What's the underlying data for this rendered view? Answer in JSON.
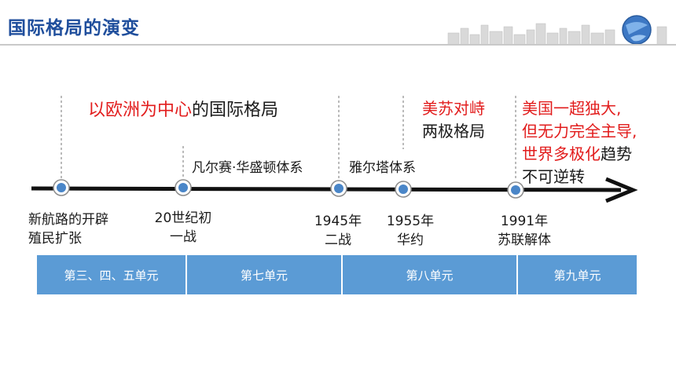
{
  "header": {
    "title": "国际格局的演变"
  },
  "eras": {
    "europe_red": "以欧洲为中心",
    "europe_rest": "的国际格局",
    "versailles": "凡尔赛·华盛顿体系",
    "yalta": "雅尔塔体系",
    "bipolar_red": "美苏对峙",
    "bipolar_rest": "两极格局",
    "multi_line1": "美国一超独大,",
    "multi_line2": "但无力完全主导,",
    "multi_line3_red": "世界多极化",
    "multi_line3_rest": "趋势",
    "multi_line4": "不可逆转"
  },
  "events": [
    {
      "line1": "新航路的开辟",
      "line2": "殖民扩张"
    },
    {
      "line1": "20世纪初",
      "line2": "一战"
    },
    {
      "line1": "1945年",
      "line2": "二战"
    },
    {
      "line1": "1955年",
      "line2": "华约"
    },
    {
      "line1": "1991年",
      "line2": "苏联解体"
    }
  ],
  "units": [
    "第三、四、五单元",
    "第七单元",
    "第八单元",
    "第九单元"
  ],
  "colors": {
    "title": "#1f4e9c",
    "highlight": "#e21c1c",
    "unit_bar": "#5b9bd5",
    "node_fill": "#4a86c8"
  }
}
